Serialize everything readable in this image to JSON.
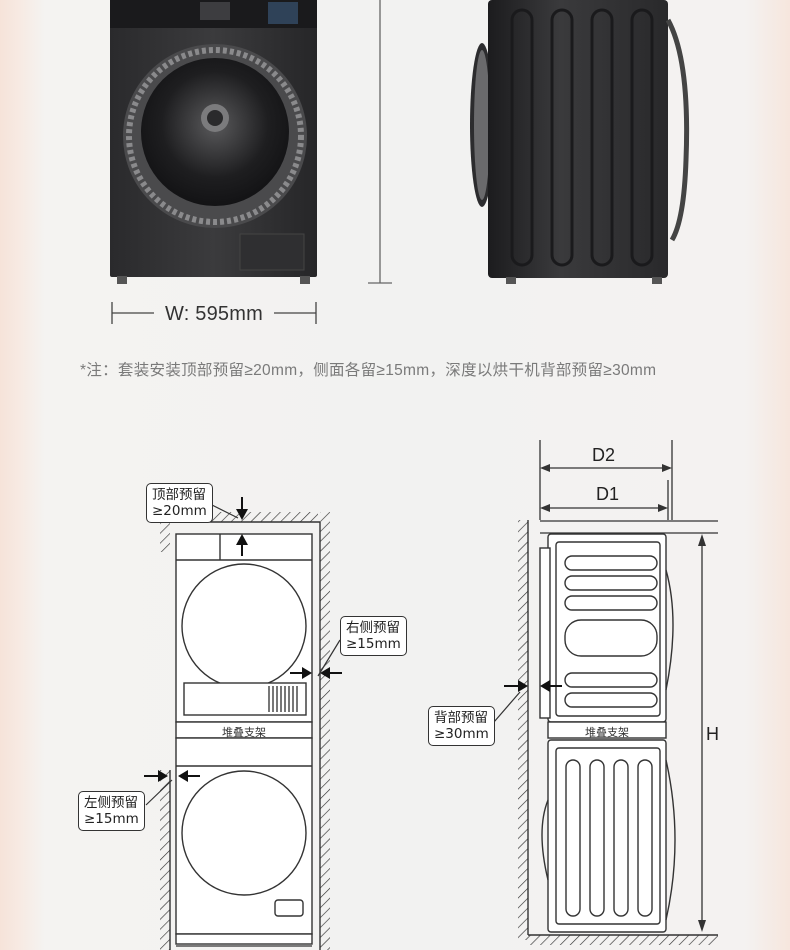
{
  "top_section": {
    "washer_front_name": "washer front view",
    "width_label": "W: 595mm"
  },
  "note": "*注：套装安装顶部预留≥20mm，侧面各留≥15mm，深度以烘干机背部预留≥30mm",
  "front_diagram": {
    "top_clearance": [
      "顶部预留",
      "≥20mm"
    ],
    "right_clearance": [
      "右侧预留",
      "≥15mm"
    ],
    "left_clearance": [
      "左侧预留",
      "≥15mm"
    ],
    "shelf_label": "堆叠支架"
  },
  "side_diagram": {
    "d2_label": "D2",
    "d1_label": "D1",
    "h_label": "H",
    "back_clearance": [
      "背部预留",
      "≥30mm"
    ],
    "shelf_label": "堆叠支架"
  },
  "colors": {
    "appliance_dark": "#2b2b2d",
    "line": "#333333",
    "note_text": "#7a7a7a"
  }
}
